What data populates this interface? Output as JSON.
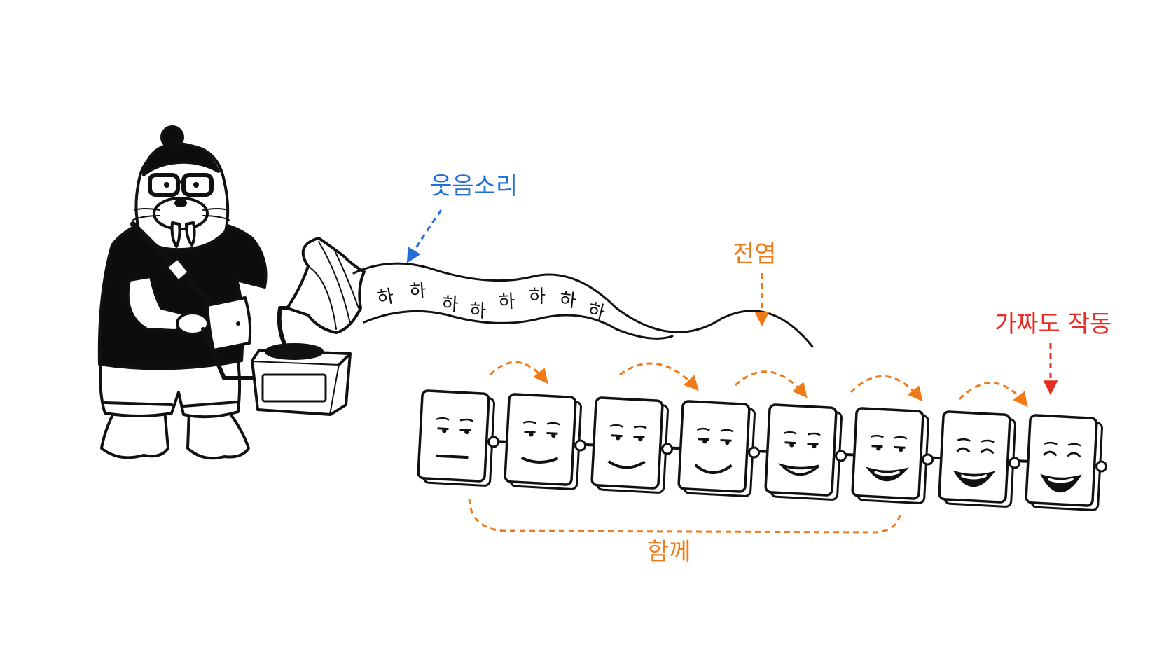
{
  "colors": {
    "ink": "#111111",
    "blue": "#1f6fd6",
    "orange": "#f07a17",
    "red": "#e62e24",
    "paper": "#ffffff",
    "shirt": "#0d0d0d"
  },
  "labels": {
    "laughter": "웃음소리",
    "spread": "전염",
    "fake_works": "가짜도 작동",
    "together": "함께"
  },
  "ribbon": {
    "syllables": [
      "하",
      "하",
      "하",
      "하",
      "하",
      "하",
      "하",
      "하"
    ]
  },
  "figure": {
    "character": "walrus-with-glasses",
    "device": "gramophone"
  },
  "cards": [
    {
      "expression": "neutral",
      "level": 0
    },
    {
      "expression": "slight-smile",
      "level": 1
    },
    {
      "expression": "smile",
      "level": 2
    },
    {
      "expression": "grin",
      "level": 3
    },
    {
      "expression": "open-smile",
      "level": 4
    },
    {
      "expression": "laugh",
      "level": 5
    },
    {
      "expression": "happy-eyes-laugh",
      "level": 6
    },
    {
      "expression": "big-laugh",
      "level": 7
    }
  ]
}
